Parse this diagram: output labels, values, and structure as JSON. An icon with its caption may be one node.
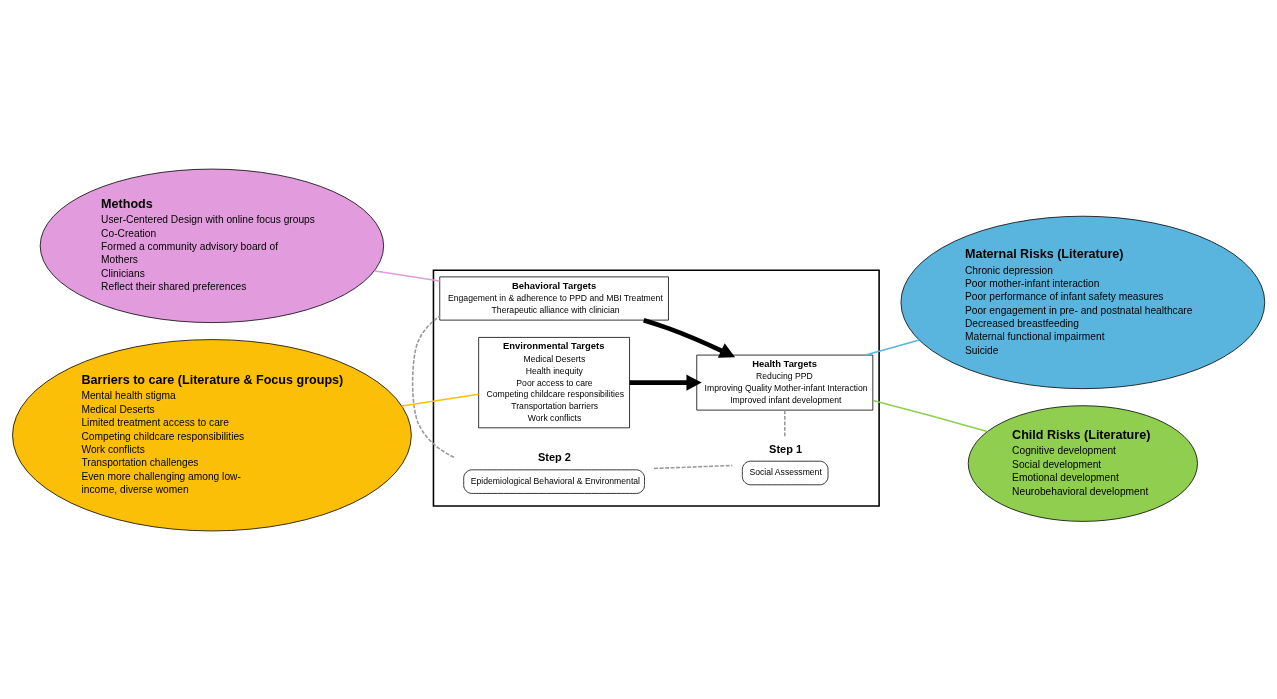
{
  "diagram": {
    "nodes": [
      {
        "text": [],
        "shape": "box"
      },
      {
        "text": [
          "Epidemiological Behavioral & Environmental"
        ],
        "beside": [
          "Step 2"
        ],
        "in": 0
      },
      {
        "text": [
          "Social Assessment"
        ],
        "beside": [
          "Step 1"
        ],
        "in": 0
      },
      {
        "text": [
          "Behavioral Targets",
          "Engagement in & adherence to PPD and MBI Treatment",
          "Therapeutic alliance with clinician"
        ],
        "in": 0
      },
      {
        "text": [
          "Environmental Targets",
          "Medical Deserts",
          "Health inequity",
          "Poor access to care",
          "Competing childcare responsibilities",
          "Transportation barriers",
          "Work conflicts"
        ],
        "in": 0
      },
      {
        "text": [
          "Health Targets",
          "Reducing PPD",
          "Improving Quality Mother-infant Interaction",
          "Improved infant development"
        ],
        "in": 0
      },
      {
        "text": [
          "Methods",
          "User-Centered Design with online focus groups",
          "Co-Creation",
          "Formed a community advisory board of",
          "Mothers",
          "Clinicians",
          "Reflect their shared preferences"
        ]
      },
      {
        "text": [
          "Maternal Risks (Literature)",
          "Chronic depression",
          "Poor mother-infant interaction",
          "Poor performance of infant safety measures",
          "Poor engagement in pre- and postnatal healthcare",
          "Decreased breastfeeding",
          "Maternal functional impairment",
          "Suicide"
        ]
      },
      {
        "text": [
          "Barriers to care (Literature & Focus groups)",
          "Mental health stigma",
          "Medical Deserts",
          "Limited treatment access to care",
          "Competing childcare responsibilities",
          "Work conflicts",
          "Transportation challenges",
          "Even more challenging among low-",
          "income, diverse women"
        ]
      },
      {
        "text": [
          "Child Risks (Literature)",
          "Cognitive development",
          "Social development",
          "Emotional development",
          "Neurobehavioral development"
        ]
      }
    ],
    "edges": [
      {
        "from": 1,
        "to": 2,
        "arrow": "none",
        "style": "dashed",
        "color": "#999999"
      },
      {
        "from": 1,
        "to": 3,
        "arrow": "none",
        "style": "dashed",
        "color": "#999999"
      },
      {
        "from": 2,
        "to": 5,
        "arrow": "none",
        "style": "dashed",
        "color": "#999999"
      },
      {
        "from": 3,
        "to": 5,
        "arrow": "to",
        "style": "thick",
        "color": "#000000"
      },
      {
        "from": 4,
        "to": 5,
        "arrow": "to",
        "style": "thick",
        "color": "#000000"
      },
      {
        "from": 6,
        "to": 3,
        "arrow": "none",
        "color": "#e29bdc"
      },
      {
        "from": 7,
        "to": 5,
        "arrow": "none",
        "color": "#59b5de"
      },
      {
        "from": 8,
        "to": 4,
        "arrow": "none",
        "color": "#fbbf07"
      },
      {
        "from": 9,
        "to": 5,
        "arrow": "none",
        "color": "#8fce4f"
      }
    ]
  }
}
